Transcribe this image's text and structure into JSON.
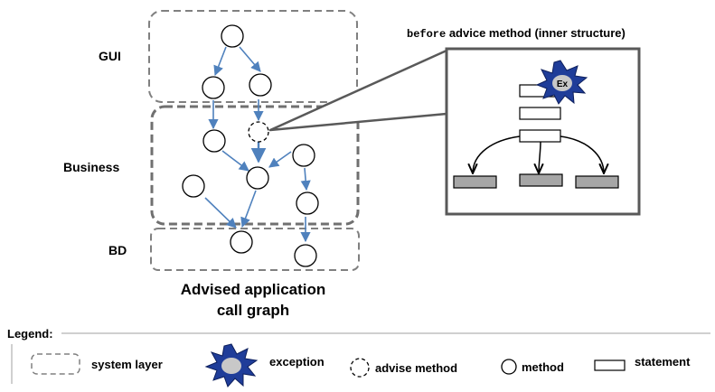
{
  "layers": {
    "gui": "GUI",
    "business": "Business",
    "bd": "BD"
  },
  "caption": {
    "line1": "Advised application",
    "line2": "call graph"
  },
  "inner": {
    "title_code": "before",
    "title_rest": " advice method (inner structure)",
    "exception_badge": "Ex"
  },
  "legend": {
    "title": "Legend:",
    "system_layer": "system layer",
    "exception": "exception",
    "advise_method": "advise method",
    "method": "method",
    "statement": "statement"
  },
  "colors": {
    "edge": "#4f81bd",
    "layer_border": "#808080",
    "block_fill": "#a6a6a6",
    "burst_fill": "#1f3d99",
    "burst_core": "#c8c8c8"
  }
}
